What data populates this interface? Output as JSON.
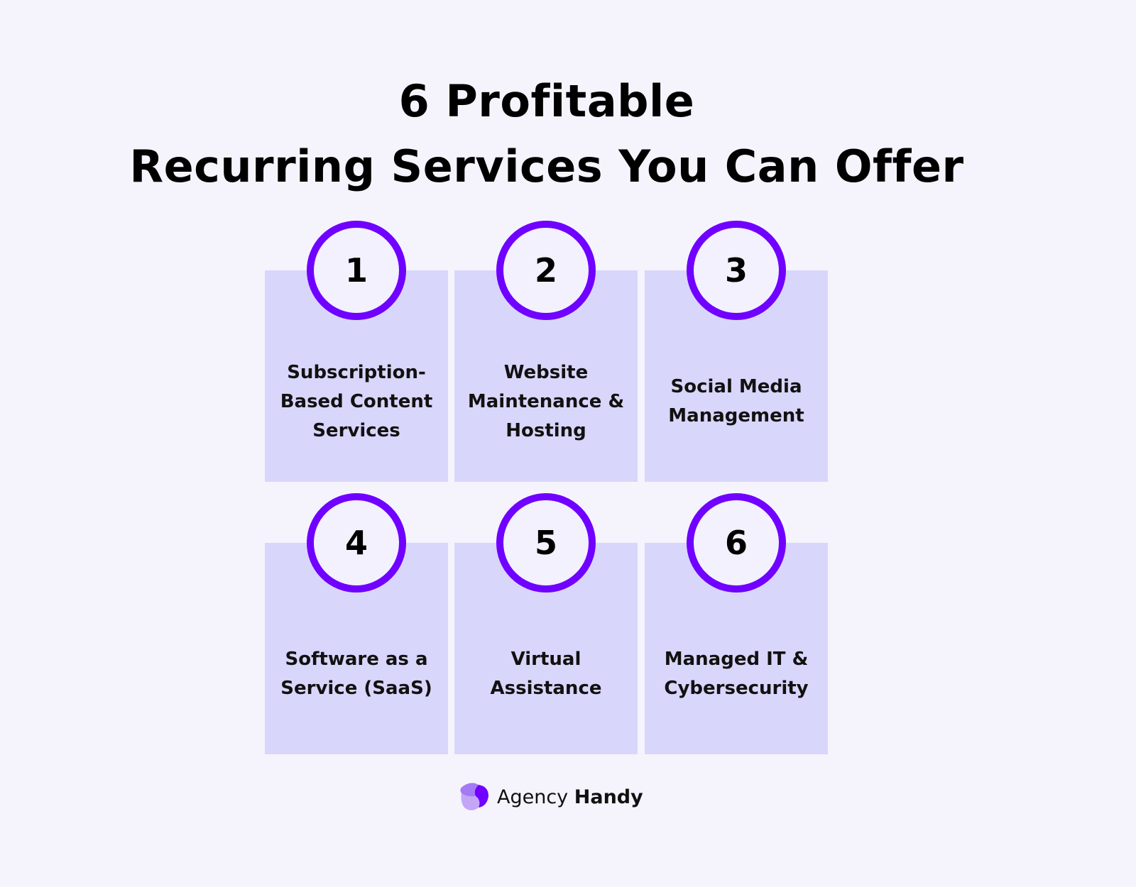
{
  "title": {
    "line1": "6 Profitable",
    "line2": "Recurring Services You Can Offer"
  },
  "services": [
    {
      "number": "1",
      "label": "Subscription-Based Content Services"
    },
    {
      "number": "2",
      "label": "Website Maintenance & Hosting"
    },
    {
      "number": "3",
      "label": "Social Media Management"
    },
    {
      "number": "4",
      "label": "Software as a Service (SaaS)"
    },
    {
      "number": "5",
      "label": "Virtual Assistance"
    },
    {
      "number": "6",
      "label": "Managed IT & Cybersecurity"
    }
  ],
  "brand": {
    "name_light": "Agency",
    "name_bold": "Handy"
  },
  "colors": {
    "accent": "#7000ff",
    "card": "#d9d6fb",
    "background": "#f5f4fd"
  }
}
